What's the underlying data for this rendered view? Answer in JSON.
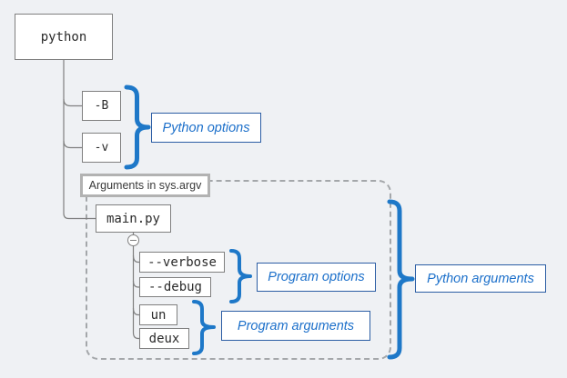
{
  "nodes": {
    "python": "python",
    "option_b": "-B",
    "option_v": "-v",
    "script": "main.py",
    "verbose": "--verbose",
    "debug": "--debug",
    "arg1": "un",
    "arg2": "deux"
  },
  "labels": {
    "python_options": "Python options",
    "program_options": "Program options",
    "program_arguments": "Program arguments",
    "python_arguments": "Python arguments"
  },
  "group": {
    "title": "Arguments in sys.argv"
  },
  "colors": {
    "background": "#eff1f4",
    "node_border": "#7f7f7f",
    "node_text": "#2b2b2b",
    "line_gray": "#7f7f7f",
    "brace_blue": "#1e78c8",
    "label_text_blue": "#1b6fca",
    "label_border_blue": "#2b5da4",
    "dashed_border": "#a4a7aa",
    "group_label_border": "#b2b2b2"
  }
}
